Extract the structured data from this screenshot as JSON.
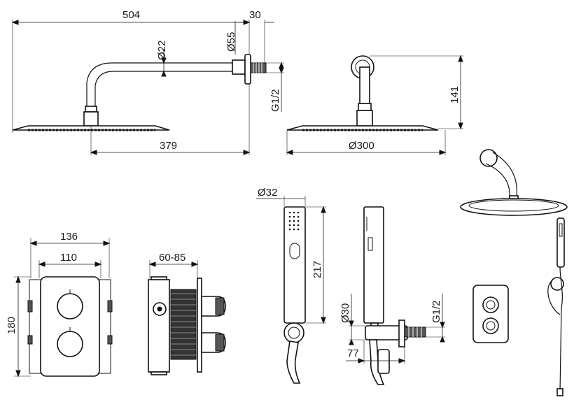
{
  "dimensions": {
    "arm_length": "504",
    "wall_offset": "30",
    "arm_diameter": "Ø22",
    "flange_diameter": "Ø55",
    "thread": "G1/2",
    "head_projection": "379",
    "head_height": "141",
    "head_diameter": "Ø300",
    "box_width_outer": "136",
    "box_width_inner": "110",
    "box_height": "180",
    "box_depth": "60-85",
    "hand_shower_diameter": "Ø32",
    "hand_shower_length": "217",
    "holder_diameter": "Ø30",
    "holder_thread": "G1/2",
    "holder_depth": "77"
  },
  "colors": {
    "line": "#111111",
    "background": "#ffffff"
  }
}
